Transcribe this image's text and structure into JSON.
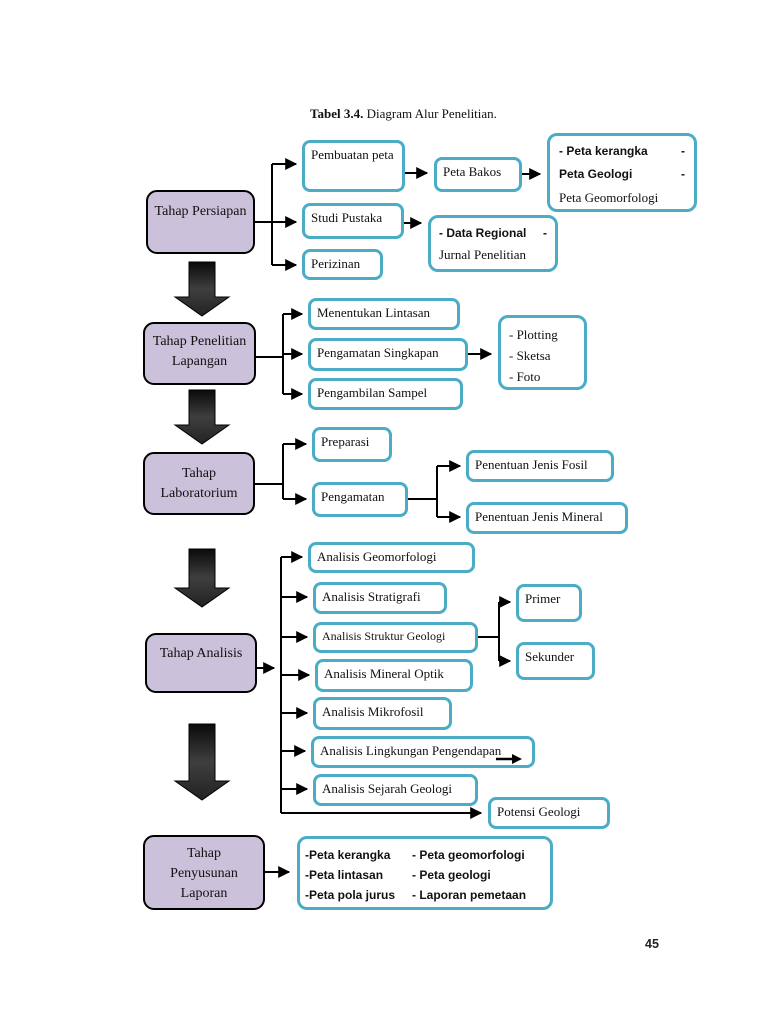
{
  "page": {
    "title_bold": "Tabel 3.4.",
    "title_rest": " Diagram Alur Penelitian.",
    "page_number": "45"
  },
  "colors": {
    "node_border": "#4BACC6",
    "stage_fill": "#CCC1DA",
    "connector": "#000000"
  },
  "stages": {
    "persiapan": {
      "lines": [
        "Tahap Persiapan"
      ]
    },
    "penelitian_lapangan": {
      "lines": [
        "Tahap Penelitian",
        "Lapangan"
      ]
    },
    "laboratorium": {
      "lines": [
        "Tahap",
        "Laboratorium"
      ]
    },
    "analisis": {
      "lines": [
        "Tahap Analisis"
      ]
    },
    "penyusunan_laporan": {
      "lines": [
        "Tahap",
        "Penyusunan",
        "Laporan"
      ]
    }
  },
  "persiapan": {
    "pembuatan_peta": "Pembuatan peta",
    "peta_bakos": "Peta Bakos",
    "studi_pustaka": "Studi Pustaka",
    "perizinan": "Perizinan",
    "peta_output": {
      "line1_left": "- Peta kerangka",
      "line1_right": "-",
      "line2_left": "Peta Geologi",
      "line2_right": "-",
      "line3": "Peta Geomorfologi"
    },
    "regional_output": {
      "line1_left": "- Data Regional",
      "line1_right": "-",
      "line2": "Jurnal Penelitian"
    }
  },
  "lapangan": {
    "menentukan_lintasan": "Menentukan Lintasan",
    "pengamatan_singkapan": "Pengamatan Singkapan",
    "pengambilan_sampel": "Pengambilan Sampel",
    "dokumentasi": {
      "lines": [
        "- Plotting",
        "- Sketsa",
        "- Foto"
      ]
    }
  },
  "laboratorium": {
    "preparasi": "Preparasi",
    "pengamatan": "Pengamatan",
    "penentuan_jenis_fosil": "Penentuan Jenis Fosil",
    "penentuan_jenis_mineral": "Penentuan Jenis Mineral"
  },
  "analisis": {
    "geomorfologi": "Analisis Geomorfologi",
    "stratigrafi": "Analisis Stratigrafi",
    "struktur_geologi": "Analisis Struktur Geologi",
    "primer": "Primer",
    "sekunder": "Sekunder",
    "mineral_optik": "Analisis Mineral Optik",
    "mikrofosil": "Analisis Mikrofosil",
    "lingkungan_pengendapan": "Analisis Lingkungan Pengendapan",
    "sejarah_geologi": "Analisis Sejarah Geologi",
    "potensi_geologi": "Potensi Geologi"
  },
  "laporan": {
    "rows": [
      {
        "left": "-Peta kerangka",
        "right": "- Peta geomorfologi"
      },
      {
        "left": "-Peta lintasan",
        "right": "- Peta geologi"
      },
      {
        "left": "-Peta pola jurus",
        "right": "- Laporan pemetaan"
      }
    ]
  }
}
